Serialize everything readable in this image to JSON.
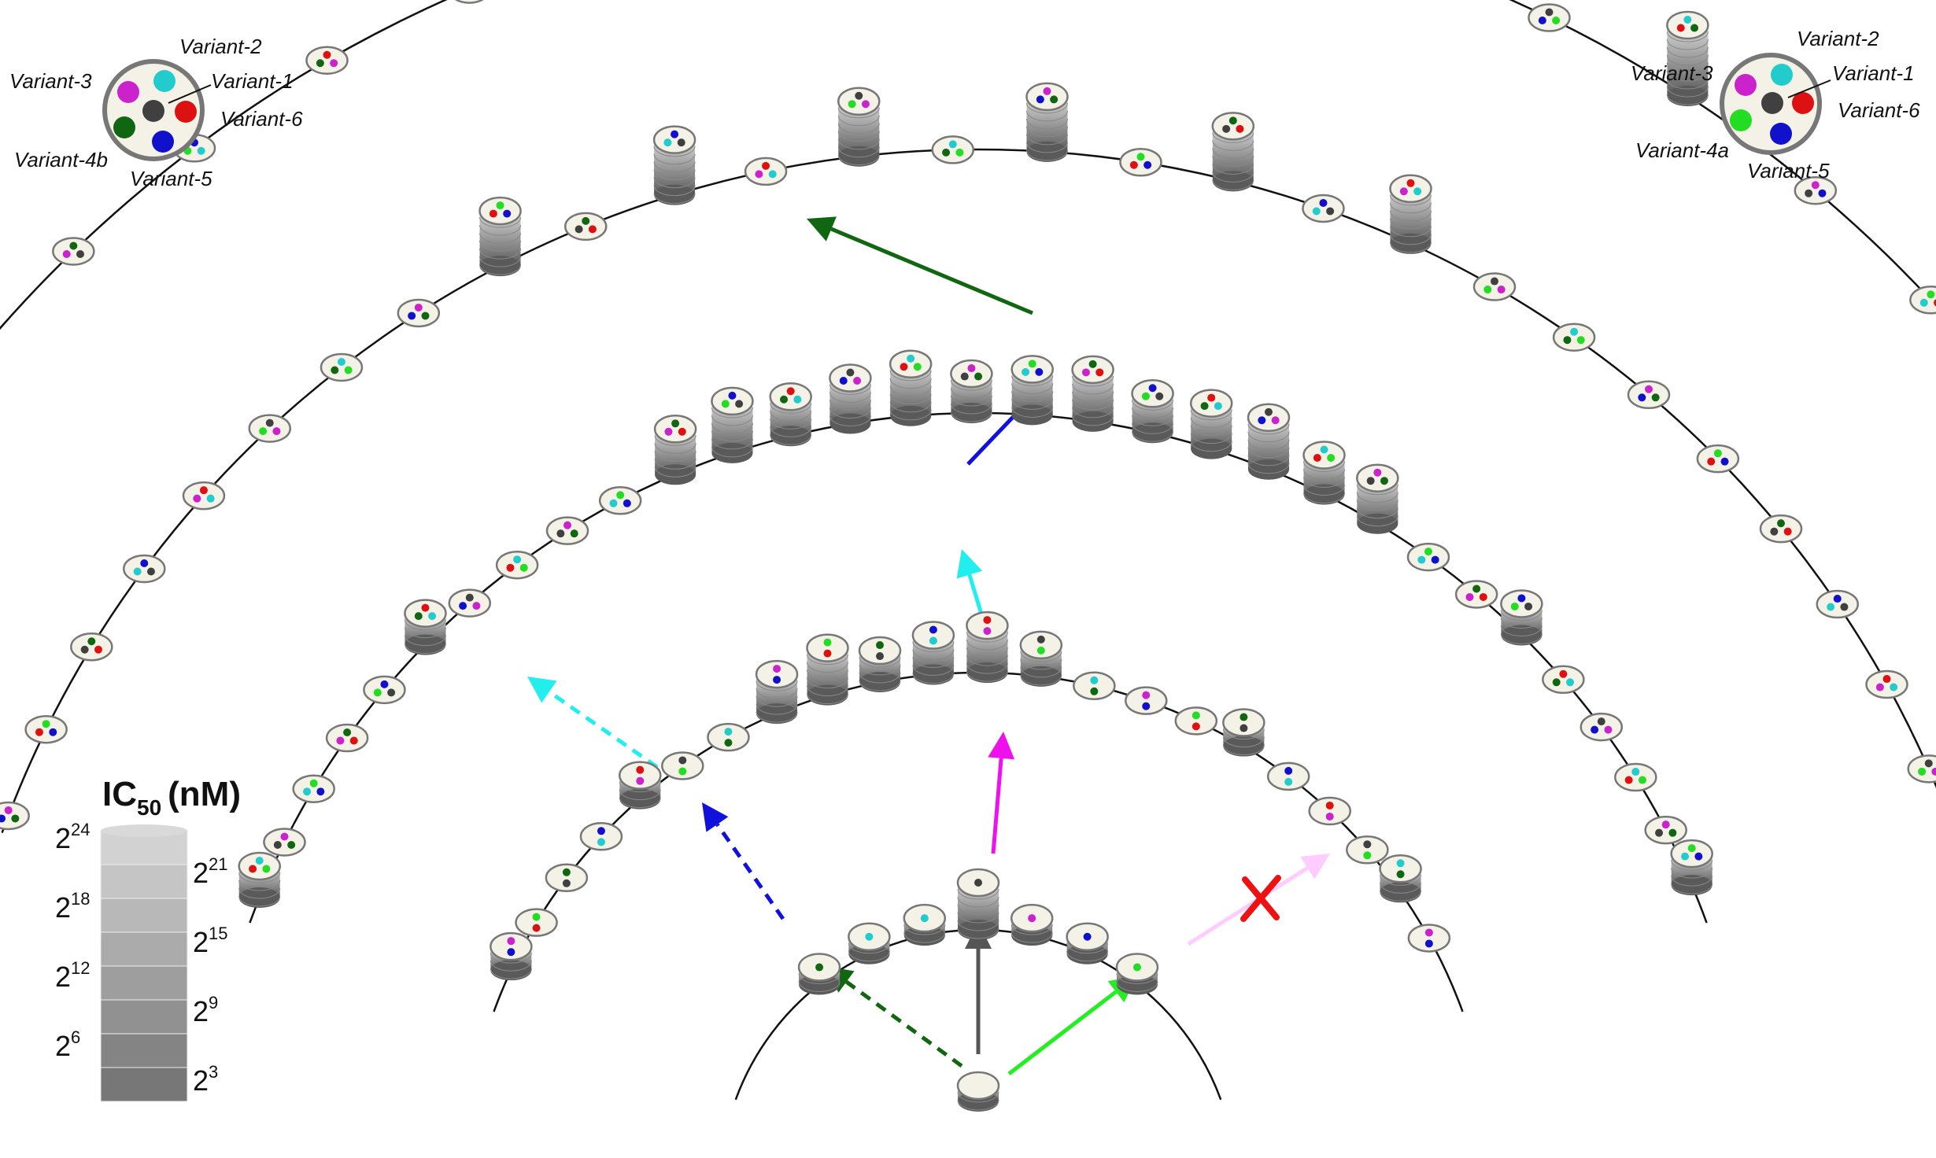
{
  "legend_left": {
    "labels": [
      "Variant-2",
      "Variant-3",
      "Variant-1",
      "Variant-6",
      "Variant-4b",
      "Variant-5"
    ]
  },
  "legend_right": {
    "labels": [
      "Variant-2",
      "Variant-3",
      "Variant-1",
      "Variant-6",
      "Variant-4a",
      "Variant-5"
    ]
  },
  "colors": {
    "variant_1": "#404040",
    "variant_2": "#22cccc",
    "variant_3": "#cc22cc",
    "variant_4a": "#22dd22",
    "variant_4b": "#116611",
    "variant_5": "#1111cc",
    "variant_6": "#dd1111",
    "node_fill": "#f4f2e6",
    "arrow_gray": "#555555",
    "arrow_green": "#22ee22",
    "arrow_darkgreen": "#116611",
    "arrow_magenta": "#ee11ee",
    "arrow_cyan": "#22eeee",
    "arrow_blue": "#1111dd",
    "arrow_pink": "#ffccff",
    "blocked_mark": "#ee1111"
  },
  "ic50_scale": {
    "title_main": "IC",
    "title_sub": "50",
    "title_unit": "(nM)",
    "left_ticks": [
      {
        "base": "2",
        "exp": "24"
      },
      {
        "base": "2",
        "exp": "18"
      },
      {
        "base": "2",
        "exp": "12"
      },
      {
        "base": "2",
        "exp": "6"
      }
    ],
    "right_ticks": [
      {
        "base": "2",
        "exp": "21"
      },
      {
        "base": "2",
        "exp": "15"
      },
      {
        "base": "2",
        "exp": "9"
      },
      {
        "base": "2",
        "exp": "3"
      }
    ]
  }
}
